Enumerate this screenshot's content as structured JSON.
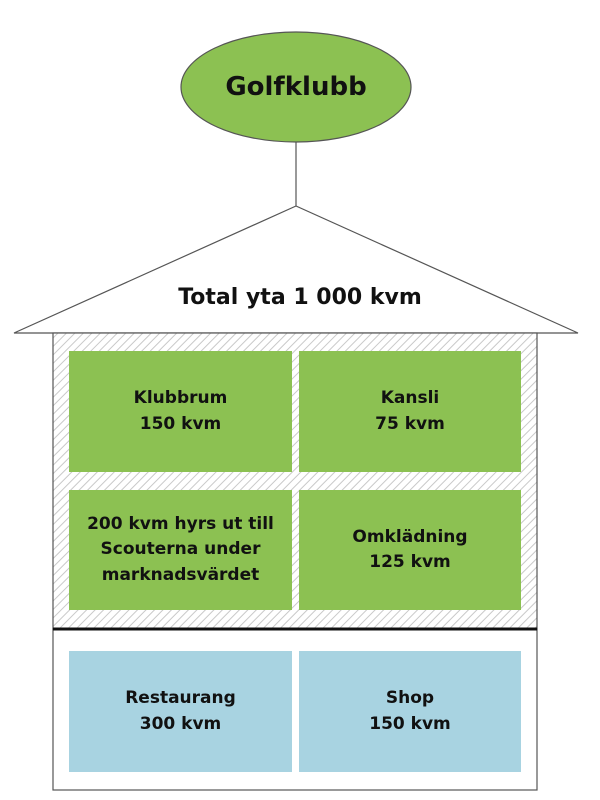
{
  "club": {
    "name": "Golfklubb"
  },
  "building": {
    "total_label": "Total yta 1 000 kvm"
  },
  "rooms_upper": [
    {
      "lines": [
        "Klubbrum",
        "150 kvm"
      ]
    },
    {
      "lines": [
        "Kansli",
        "75 kvm"
      ]
    },
    {
      "lines": [
        "200 kvm hyrs ut till",
        "Scouterna under",
        "marknadsvärdet"
      ]
    },
    {
      "lines": [
        "Omklädning",
        "125 kvm"
      ]
    }
  ],
  "rooms_lower": [
    {
      "lines": [
        "Restaurang",
        "300 kvm"
      ]
    },
    {
      "lines": [
        "Shop",
        "150 kvm"
      ]
    }
  ],
  "colors": {
    "upper_rooms": "#8cc152",
    "lower_rooms": "#a8d3e1",
    "ellipse": "#8cc152",
    "outline": "#555555"
  }
}
